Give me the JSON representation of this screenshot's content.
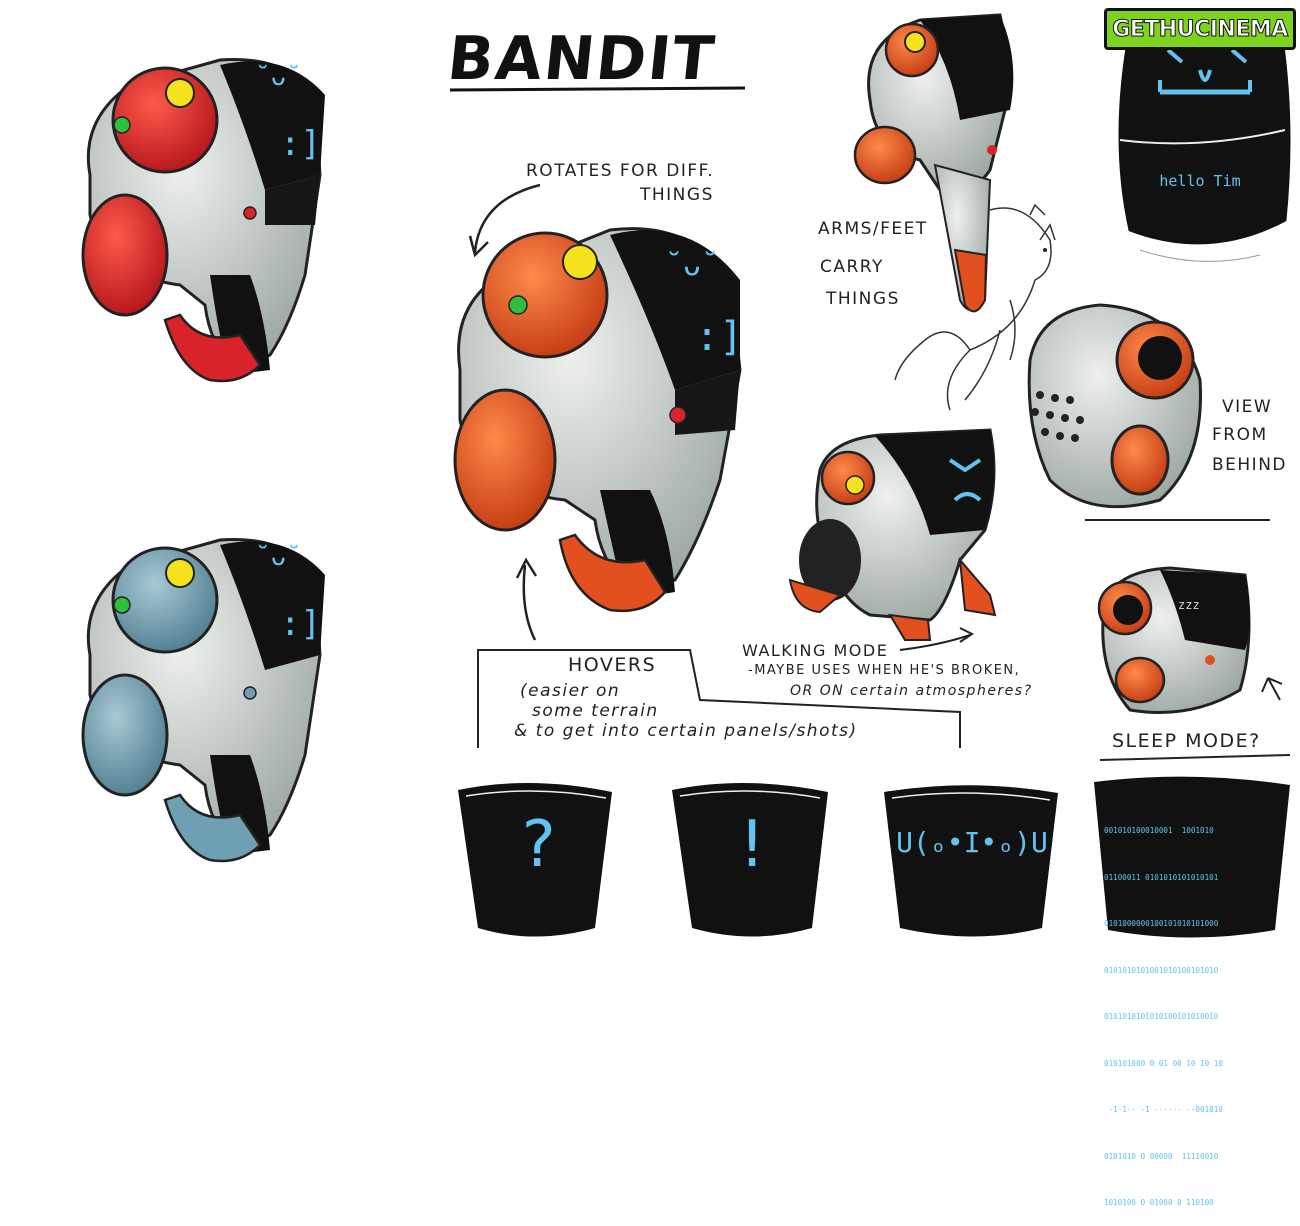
{
  "sheet": {
    "title": "BANDIT",
    "watermark": "GETHUCINEMA",
    "notes": {
      "rotates": [
        "ROTATES FOR DIFF.",
        "THINGS"
      ],
      "arms": [
        "ARMS/FEET",
        "CARRY",
        "THINGS"
      ],
      "view": [
        "VIEW",
        "FROM",
        "BEHIND"
      ],
      "hovers_title": "HOVERS",
      "hovers_lines": [
        "(easier on",
        "some terrain",
        "& to get into certain panels/shots)"
      ],
      "walking_title": "WALKING MODE",
      "walking_lines": [
        "-MAYBE USES WHEN HE'S BROKEN,",
        "OR ON certain atmospheres?"
      ],
      "sleep": "SLEEP MODE?"
    },
    "screens": {
      "hello": "hello Tim",
      "sleep": "zzz",
      "question": "?",
      "exclaim": "!",
      "face": "U(ₒ•I•ₒ)U",
      "binary": [
        "001010100010001  1001010",
        "01100011 0101010101010101",
        "0101000000100101010101000",
        "0101010101001010100101010",
        "0101010101010100101010010",
        "010101000 0 01 00 10 10 10",
        " -1-1-- -1 ------ --001010",
        "0101010 0 00000  11110010",
        "1010100 0 01000 0 110100"
      ]
    }
  },
  "colors": {
    "paint_red": "#d8232a",
    "paint_orange": "#e2501f",
    "paint_blue": "#6f9fb3",
    "body_grey": "#c7cdc9",
    "screen_black": "#111111",
    "screen_blue": "#63c2ee",
    "eye_yellow": "#f3e21c",
    "eye_green": "#2fbf3a",
    "logo_green": "#7ed321"
  }
}
